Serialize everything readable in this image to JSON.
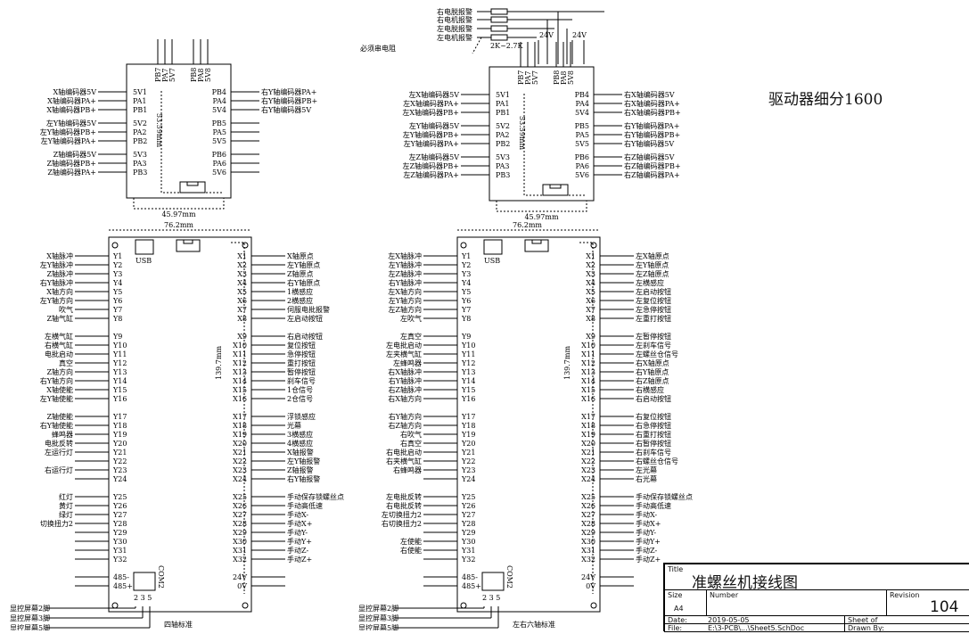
{
  "right_note": "驱动器细分1600",
  "top_alarms": [
    "右电脱报警",
    "右电机报警",
    "左电脱报警",
    "左电机报警"
  ],
  "resistor_note": "2K~2.7K",
  "must_resistor": "必须串电阻",
  "voltage_24_a": "24V",
  "voltage_24_b": "24V",
  "small_board": {
    "top_pins": [
      "PB7",
      "PA7",
      "5V7",
      "PB8",
      "PA8",
      "5V8"
    ],
    "left_pins": [
      "5V1",
      "PA1",
      "PB1",
      "5V2",
      "PA2",
      "PB2",
      "5V3",
      "PA3",
      "PB3"
    ],
    "right_pins": [
      "PB4",
      "PA4",
      "5V4",
      "PB5",
      "PA5",
      "5V5",
      "PB6",
      "PA6",
      "5V6"
    ],
    "dim_w": "45.97mm",
    "dim_h": "53.59mm"
  },
  "board1": {
    "left_labels": [
      "X轴编码器5V",
      "X轴编码器PA+",
      "X轴编码器PB+",
      "左Y轴编码器5V",
      "左Y轴编码器PB+",
      "左Y轴编码器PA+",
      "Z轴编码器5V",
      "Z轴编码器PB+",
      "Z轴编码器PA+"
    ],
    "right_labels": [
      "右Y轴编码器PA+",
      "右Y轴编码器PB+",
      "右Y轴编码器5V",
      "",
      "",
      "",
      "",
      "",
      ""
    ]
  },
  "board2": {
    "left_labels": [
      "左X轴编码器5V",
      "左X轴编码器PA+",
      "左X轴编码器PB+",
      "左Y轴编码器5V",
      "左Y轴编码器PB+",
      "左Y轴编码器PA+",
      "左Z轴编码器5V",
      "左Z轴编码器PB+",
      "左Z轴编码器PA+"
    ],
    "right_labels": [
      "右X轴编码器5V",
      "右X轴编码器PA+",
      "右X轴编码器PB+",
      "右Y轴编码器PA+",
      "右Y轴编码器PB+",
      "右Y轴编码器5V",
      "右Z轴编码器5V",
      "右Z轴编码器PB+",
      "右Z轴编码器PA+"
    ]
  },
  "big_board": {
    "dim_w": "76.2mm",
    "dim_h": "139.7mm",
    "usb": "USB",
    "com": "COM2",
    "com_pins": "2 3 5",
    "y_pins": [
      "Y1",
      "Y2",
      "Y3",
      "Y4",
      "Y5",
      "Y6",
      "Y7",
      "Y8",
      "Y9",
      "Y10",
      "Y11",
      "Y12",
      "Y13",
      "Y14",
      "Y15",
      "Y16",
      "Y17",
      "Y18",
      "Y19",
      "Y20",
      "Y21",
      "Y22",
      "Y23",
      "Y24",
      "Y25",
      "Y26",
      "Y27",
      "Y28",
      "Y29",
      "Y30",
      "Y31",
      "Y32"
    ],
    "x_pins": [
      "X1",
      "X2",
      "X3",
      "X4",
      "X5",
      "X6",
      "X7",
      "X8",
      "X9",
      "X10",
      "X11",
      "X12",
      "X13",
      "X14",
      "X15",
      "X16",
      "X17",
      "X18",
      "X19",
      "X20",
      "X21",
      "X22",
      "X23",
      "X24",
      "X25",
      "X26",
      "X27",
      "X28",
      "X29",
      "X30",
      "X31",
      "X32"
    ],
    "bottom_left": [
      "485-",
      "485+"
    ],
    "bottom_right": [
      "24V",
      "0V"
    ],
    "screen_labels": [
      "显控屏幕2脚",
      "显控屏幕3脚",
      "显控屏幕5脚"
    ]
  },
  "controller1": {
    "caption": "四轴标准",
    "y_labels": [
      "X轴脉冲",
      "左Y轴脉冲",
      "Z轴脉冲",
      "右Y轴脉冲",
      "X轴方向",
      "左Y轴方向",
      "吹气",
      "Z轴气缸",
      "左横气缸",
      "右横气缸",
      "电批启动",
      "真空",
      "Z轴方向",
      "右Y轴方向",
      "X轴使能",
      "左Y轴使能",
      "Z轴使能",
      "右Y轴使能",
      "蜂鸣器",
      "电批反转",
      "左运行灯",
      "",
      "右运行灯",
      "",
      "红灯",
      "黄灯",
      "绿灯",
      "切换扭力2",
      "",
      "",
      "",
      ""
    ],
    "x_labels": [
      "X轴原点",
      "左Y轴原点",
      "Z轴原点",
      "右Y轴原点",
      "1横感应",
      "2横感应",
      "伺服电批报警",
      "左启动按钮",
      "右启动按钮",
      "复位按钮",
      "急停按钮",
      "重打按钮",
      "暂停按钮",
      "刹车信号",
      "1仓信号",
      "2仓信号",
      "浮锁感应",
      "光幕",
      "3横感应",
      "4横感应",
      "X轴报警",
      "左Y轴报警",
      "Z轴报警",
      "右Y轴报警",
      "手动保存锁螺丝点",
      "手动高低速",
      "手动X-",
      "手动X+",
      "手动Y-",
      "手动Y+",
      "手动Z-",
      "手动Z+"
    ]
  },
  "controller2": {
    "caption": "左右六轴标准",
    "y_labels": [
      "左X轴脉冲",
      "左Y轴脉冲",
      "左Z轴脉冲",
      "右Y轴脉冲",
      "左X轴方向",
      "左Y轴方向",
      "左Z轴方向",
      "左吹气",
      "左真空",
      "左电批启动",
      "左夹横气缸",
      "左蜂鸣器",
      "右X轴脉冲",
      "右Y轴脉冲",
      "右Z轴脉冲",
      "右X轴方向",
      "右Y轴方向",
      "右Z轴方向",
      "右吹气",
      "右真空",
      "右电批启动",
      "右夹横气缸",
      "右蜂鸣器",
      "",
      "左电批反转",
      "右电批反转",
      "左切换扭力2",
      "右切换扭力2",
      "",
      "左使能",
      "右使能",
      ""
    ],
    "x_labels": [
      "左X轴原点",
      "左Y轴原点",
      "左Z轴原点",
      "左横感应",
      "左启动按钮",
      "左复位按钮",
      "左急停按钮",
      "左重打按钮",
      "左暂停按钮",
      "左刹车信号",
      "左螺丝仓信号",
      "右X轴原点",
      "右Y轴原点",
      "右Z轴原点",
      "右横感应",
      "右启动按钮",
      "右复位按钮",
      "右急停按钮",
      "右重打按钮",
      "右暂停按钮",
      "右刹车信号",
      "右螺丝仓信号",
      "左光幕",
      "右光幕",
      "手动保存锁螺丝点",
      "手动高低速",
      "手动X-",
      "手动X+",
      "手动Y-",
      "手动Y+",
      "手动Z-",
      "手动Z+"
    ]
  },
  "title_block": {
    "title_label": "Title",
    "title": "准螺丝机接线图",
    "size_label": "Size",
    "size": "A4",
    "number_label": "Number",
    "revision_label": "Revision",
    "revision": "104",
    "date_label": "Date:",
    "date": "2019-05-05",
    "sheet_label": "Sheet    of",
    "file_label": "File:",
    "file": "E:\\3-PCB\\...\\Sheet5.SchDoc",
    "drawn_label": "Drawn By:"
  }
}
